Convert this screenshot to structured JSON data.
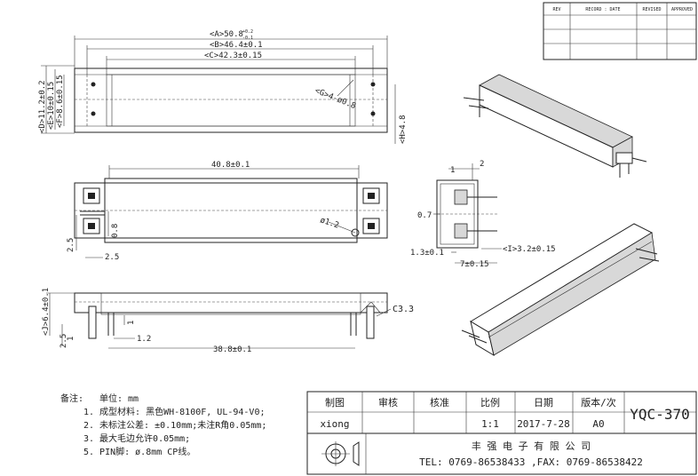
{
  "revision_table": {
    "headers": [
      "REV",
      "RECORD : DATE",
      "REVISED",
      "APPROVED"
    ]
  },
  "dimensions": {
    "A": "<A>50.8",
    "A_tol_upper": "+0.2",
    "A_tol_lower": "-0.1",
    "B": "<B>46.4±0.1",
    "C": "<C>42.3±0.15",
    "D": "<D>11.2±0.2",
    "E": "<E>10±0.15",
    "F": "<F>8.6±0.15",
    "G": "<G>4-ø0.8",
    "H": "<H>4.8",
    "I": "<I>3.2±0.15",
    "J": "<J>6.4±0.1",
    "mid_width": "40.8±0.1",
    "mid_08": "0.8",
    "mid_25v": "2.5",
    "mid_25h": "2.5",
    "phi12": "ø1.2",
    "right_1": "1",
    "right_2": "2",
    "right_07": "0.7",
    "right_13": "1.3±0.1",
    "right_7": "7±0.15",
    "c33": "C3.3",
    "bot_1v": "1",
    "bot_25": "2.5",
    "bot_1": "1",
    "bot_12": "1.2",
    "bot_width": "38.8±0.1"
  },
  "notes": {
    "title": "备注:",
    "unit": "单位: mm",
    "items": [
      "1. 成型材料: 黑色WH-8100F, UL-94-V0;",
      "2. 未标注公差: ±0.10mm;未注R角0.05mm;",
      "3. 最大毛边允许0.05mm;",
      "5. PIN脚: ø.8mm CP线。"
    ]
  },
  "title_block": {
    "headers": [
      "制图",
      "审核",
      "核准",
      "比例",
      "日期",
      "版本/次"
    ],
    "drafter": "xiong",
    "checker": "",
    "approver": "",
    "scale": "1:1",
    "date": "2017-7-28",
    "version": "A0",
    "drawing_no": "YQC-370",
    "company": "丰 强 电 子 有 限 公 司",
    "contact": "TEL: 0769-86538433 ,FAX: 0769-86538422"
  }
}
